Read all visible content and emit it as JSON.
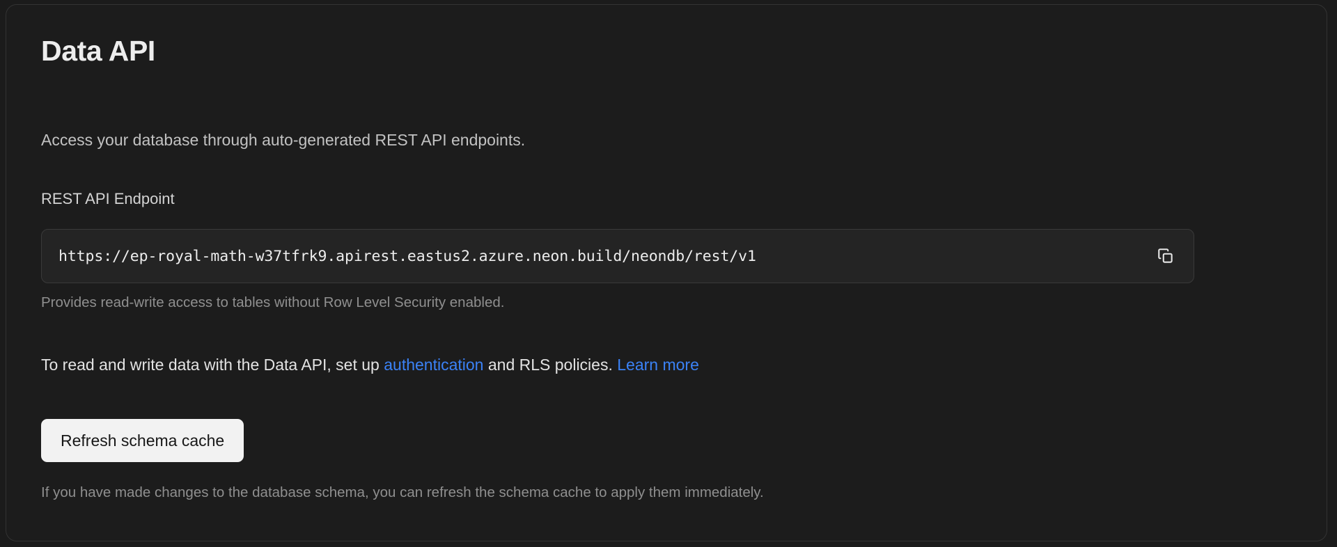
{
  "card": {
    "title": "Data API",
    "description": "Access your database through auto-generated REST API endpoints.",
    "endpoint_field": {
      "label": "REST API Endpoint",
      "value": "https://ep-royal-math-w37tfrk9.apirest.eastus2.azure.neon.build/neondb/rest/v1",
      "copy_icon": "copy-icon",
      "helper_text": "Provides read-write access to tables without Row Level Security enabled."
    },
    "rls_notice": {
      "part1": "To read and write data with the Data API, set up ",
      "link_auth": "authentication",
      "part2": " and RLS policies. ",
      "link_learn_more": "Learn more"
    },
    "refresh_button": "Refresh schema cache",
    "footer_note": "If you have made changes to the database schema, you can refresh the schema cache to apply them immediately."
  },
  "colors": {
    "page_background": "#1b1b1b",
    "card_background": "#1c1c1c",
    "card_border": "#333333",
    "input_background": "#242424",
    "input_border": "#3a3a3a",
    "link": "#3b82f6",
    "button_background": "#f2f2f2",
    "button_text": "#171717",
    "muted_text": "#8f8f8f"
  }
}
